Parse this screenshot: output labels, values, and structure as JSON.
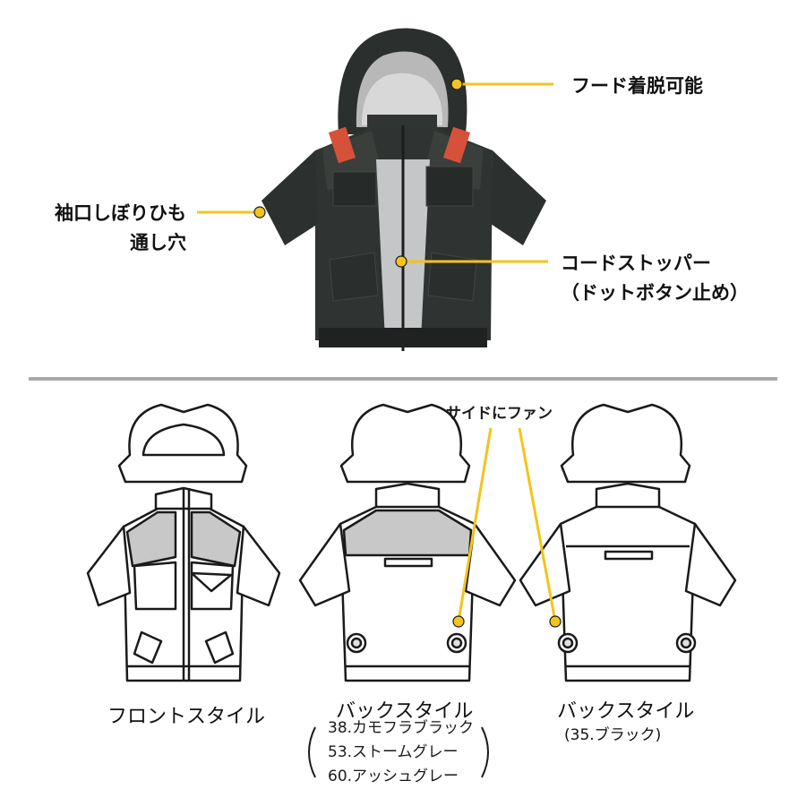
{
  "callouts": {
    "hood": "フード着脱可能",
    "cuff_line1": "袖口しぼりひも",
    "cuff_line2": "通し穴",
    "stopper_line1": "コードストッパー",
    "stopper_line2": "（ドットボタン止め）"
  },
  "fan_label": "サイドにファン",
  "styles": {
    "front": {
      "caption": "フロントスタイル"
    },
    "back_a": {
      "caption": "バックスタイル",
      "colors": [
        "38.カモフラブラック",
        "53.ストームグレー",
        "60.アッシュグレー"
      ]
    },
    "back_b": {
      "caption": "バックスタイル",
      "colors_note": "(35.ブラック)"
    }
  },
  "colors": {
    "callout_line": "#f3c41b",
    "jacket_dark": "#2a2e2c",
    "accent_orange": "#d6513a",
    "divider": "#a9a9a9",
    "yoke_gray": "#c8c8c8"
  }
}
